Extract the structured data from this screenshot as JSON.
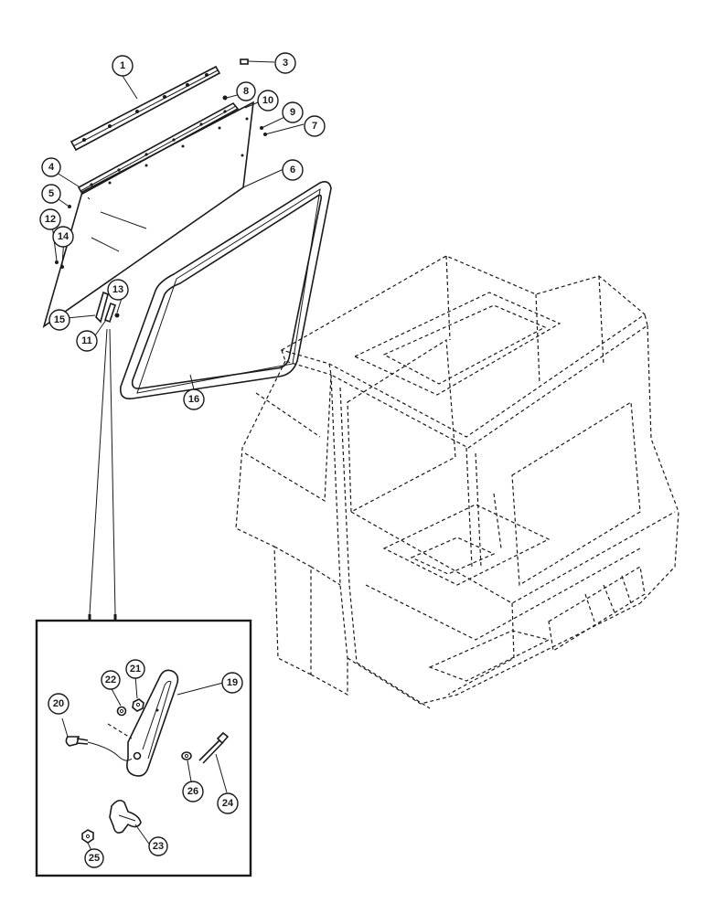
{
  "diagram": {
    "colors": {
      "ink": "#1a1a1a",
      "paper": "#ffffff"
    },
    "callouts": [
      {
        "id": "c1",
        "label": "1"
      },
      {
        "id": "c3",
        "label": "3"
      },
      {
        "id": "c8",
        "label": "8"
      },
      {
        "id": "c10",
        "label": "10"
      },
      {
        "id": "c9",
        "label": "9"
      },
      {
        "id": "c7",
        "label": "7"
      },
      {
        "id": "c4",
        "label": "4"
      },
      {
        "id": "c6",
        "label": "6"
      },
      {
        "id": "c5",
        "label": "5"
      },
      {
        "id": "c12",
        "label": "12"
      },
      {
        "id": "c14",
        "label": "14"
      },
      {
        "id": "c13",
        "label": "13"
      },
      {
        "id": "c15",
        "label": "15"
      },
      {
        "id": "c11",
        "label": "11"
      },
      {
        "id": "c16",
        "label": "16"
      },
      {
        "id": "c22",
        "label": "22"
      },
      {
        "id": "c21",
        "label": "21"
      },
      {
        "id": "c19",
        "label": "19"
      },
      {
        "id": "c20",
        "label": "20"
      },
      {
        "id": "c26",
        "label": "26"
      },
      {
        "id": "c24",
        "label": "24"
      },
      {
        "id": "c23",
        "label": "23"
      },
      {
        "id": "c25",
        "label": "25"
      }
    ]
  }
}
